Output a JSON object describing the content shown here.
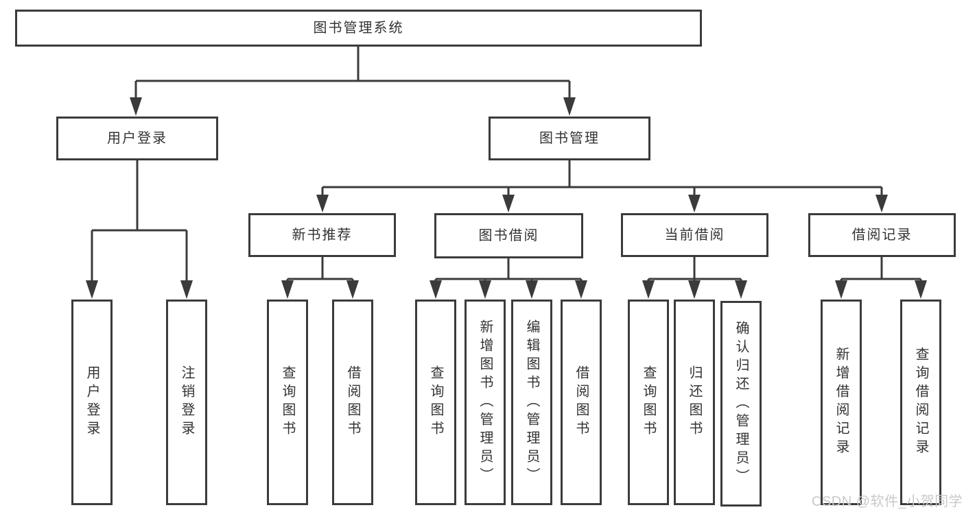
{
  "diagram": {
    "root": {
      "label": "图书管理系统"
    },
    "branches": [
      {
        "label": "用户登录",
        "children": [
          {
            "label": "用户登录"
          },
          {
            "label": "注销登录"
          }
        ]
      },
      {
        "label": "图书管理",
        "children": [
          {
            "label": "新书推荐",
            "children": [
              {
                "label": "查询图书"
              },
              {
                "label": "借阅图书"
              }
            ]
          },
          {
            "label": "图书借阅",
            "children": [
              {
                "label": "查询图书"
              },
              {
                "label": "新增图书（管理员）"
              },
              {
                "label": "编辑图书（管理员）"
              },
              {
                "label": "借阅图书"
              }
            ]
          },
          {
            "label": "当前借阅",
            "children": [
              {
                "label": "查询图书"
              },
              {
                "label": "归还图书"
              },
              {
                "label": "确认归还（管理员）"
              }
            ]
          },
          {
            "label": "借阅记录",
            "children": [
              {
                "label": "新增借阅记录"
              },
              {
                "label": "查询借阅记录"
              }
            ]
          }
        ]
      }
    ]
  },
  "watermark": "CSDN @软件_小贺同学",
  "colors": {
    "line": "#3b3b3b",
    "text": "#333333",
    "watermark": "#c9c9c9",
    "background": "#ffffff"
  }
}
